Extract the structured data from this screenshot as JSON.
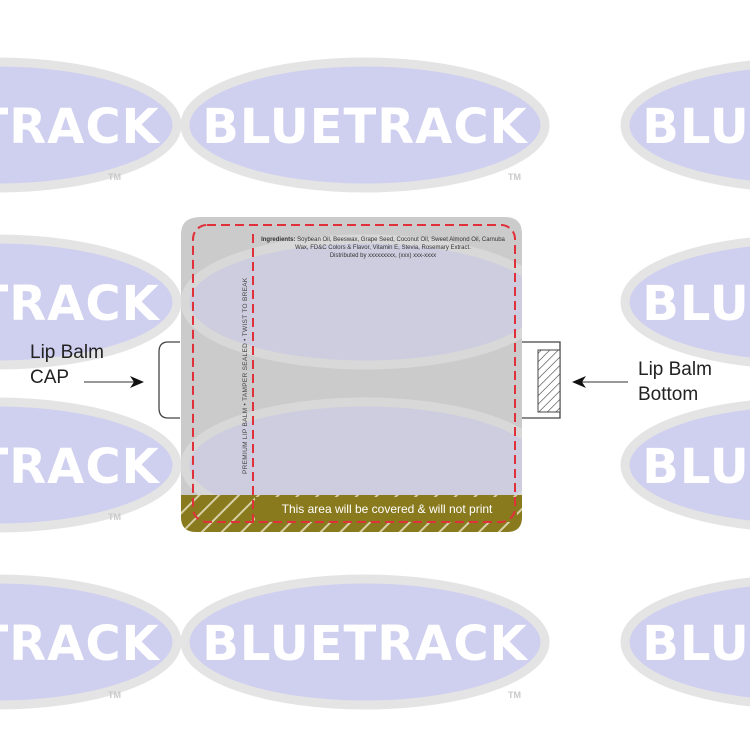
{
  "watermark": {
    "text": "BLUETRACK",
    "trademark": "TM",
    "ellipse_color": "#cfcff0",
    "ellipse_ring": "#e4e4e4"
  },
  "labels": {
    "cap": [
      "Lip Balm",
      "CAP"
    ],
    "bottom": [
      "Lip Balm",
      "Bottom"
    ]
  },
  "lip_balm_label": {
    "ingredients_title": "Ingredients:",
    "ingredients_body": "Soybean Oil, Beeswax, Grape Seed, Coconut Oil, Sweet Almond Oil, Carnuba Wax, FD&C Colors & Flavor, Vitamin E, Stevia, Rosemary Extract.",
    "distributed": "Distributed by xxxxxxxxx, (xxx) xxx-xxxx",
    "vertical_text": "PREMIUM LIP BALM • TAMPER SEALED • TWIST TO BREAK",
    "cover_note": "This area will be covered & will not print",
    "label_fill": "#c8c8c8",
    "safe_line_color": "#e0303a",
    "cover_band_color": "#8a7a1e"
  }
}
